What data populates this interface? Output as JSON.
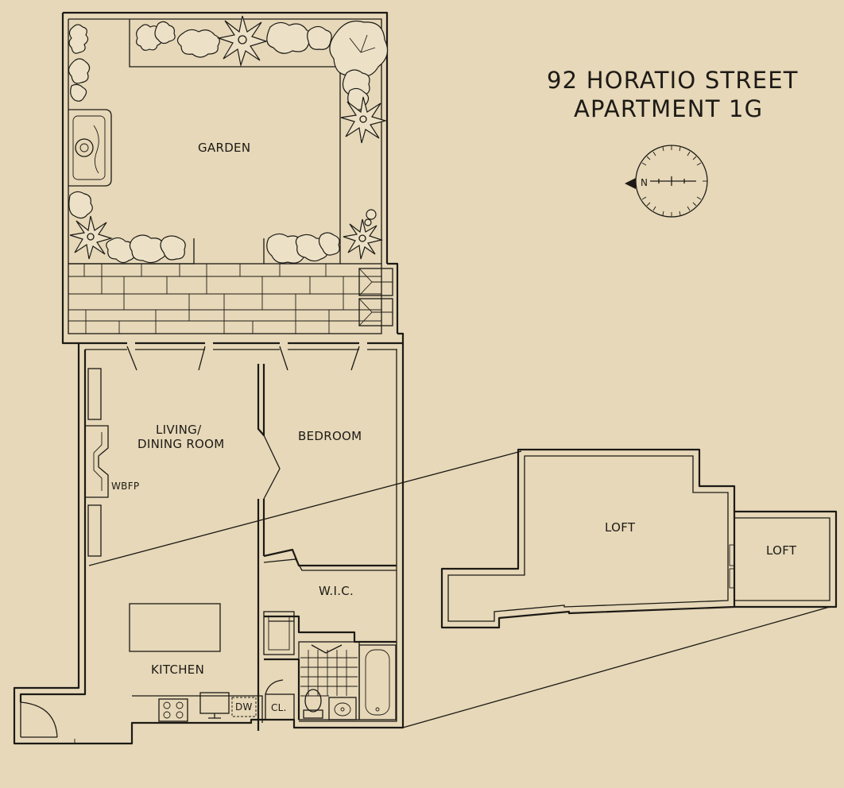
{
  "title": {
    "line1": "92 HORATIO STREET",
    "line2": "APARTMENT 1G"
  },
  "compass": {
    "letter": "N",
    "icon": "compass-icon"
  },
  "rooms": {
    "garden": "GARDEN",
    "living_line1": "LIVING/",
    "living_line2": "DINING ROOM",
    "bedroom": "BEDROOM",
    "wbfp": "WBFP",
    "wic": "W.I.C.",
    "kitchen": "KITCHEN",
    "dw": "DW",
    "closet": "CL.",
    "loft_main": "LOFT",
    "loft_side": "LOFT"
  },
  "colors": {
    "paper": "#e6d8b8",
    "ink": "#1d1a16"
  }
}
